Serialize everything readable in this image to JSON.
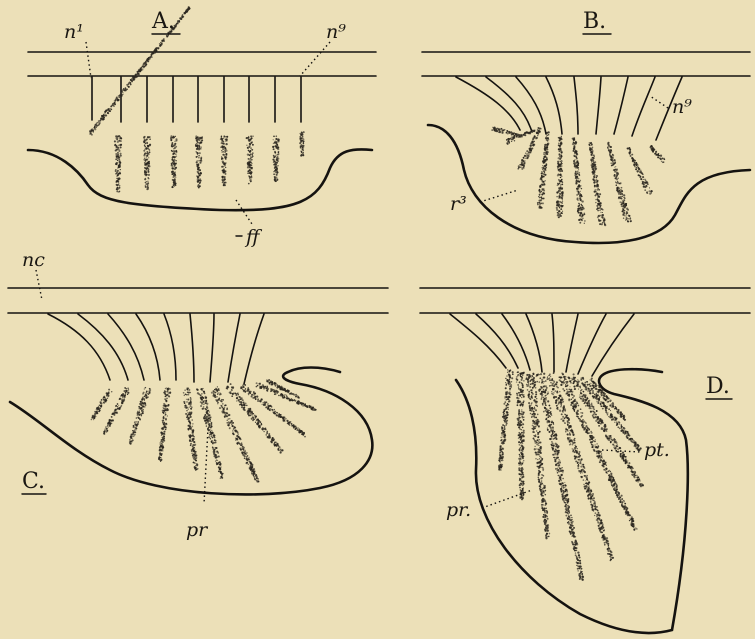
{
  "panels": {
    "a": {
      "letter": "A.",
      "labels": {
        "n1": "n¹",
        "n9": "n⁹",
        "ff": "ff"
      }
    },
    "b": {
      "letter": "B.",
      "labels": {
        "n9": "n⁹",
        "r3": "r³"
      }
    },
    "c": {
      "letter": "C.",
      "labels": {
        "nc": "nc",
        "pr": "pr"
      }
    },
    "d": {
      "letter": "D.",
      "labels": {
        "pt": "pt.",
        "pr": "pr."
      }
    }
  },
  "colors": {
    "paper": "#ece0b8",
    "ink": "#151310",
    "stipple": "#2c2820"
  }
}
